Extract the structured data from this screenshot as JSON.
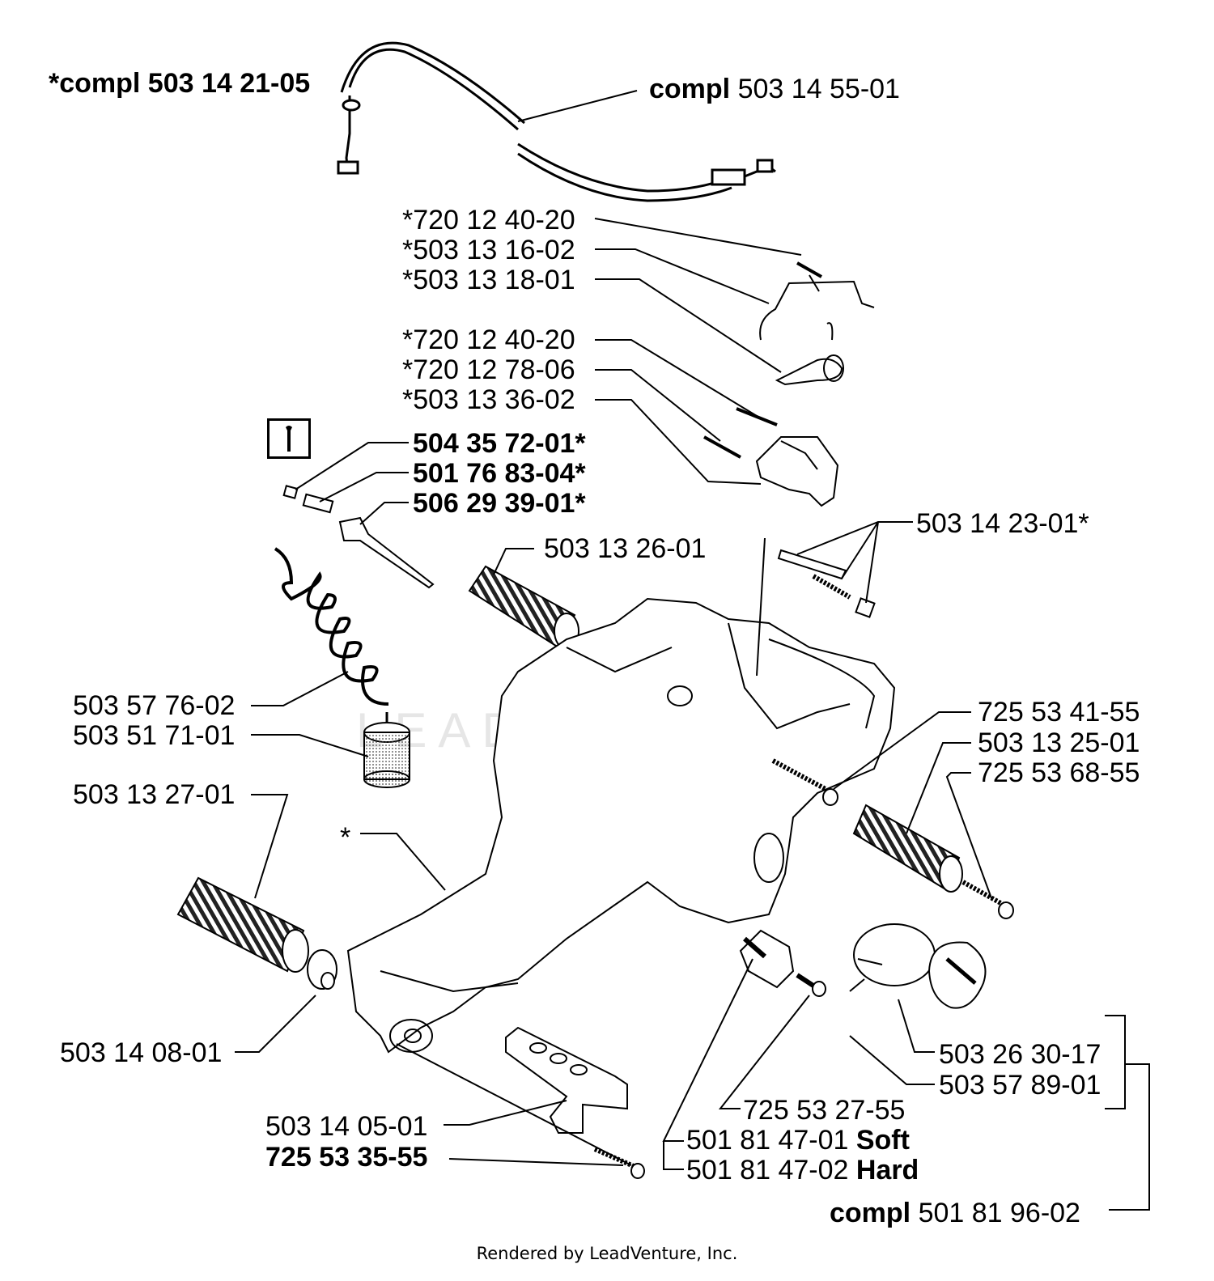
{
  "watermark": "LEADVENTURE",
  "footer": "Rendered by LeadVenture, Inc.",
  "tool_icon": "wrench-icon",
  "labels": {
    "l01": {
      "prefix": "",
      "num": "*compl 503 14 21-05",
      "suffix": ""
    },
    "l02": {
      "prefix": "compl",
      "num": " 503 14 55-01",
      "suffix": ""
    },
    "l03": {
      "prefix": "",
      "num": "*720 12 40-20",
      "suffix": ""
    },
    "l04": {
      "prefix": "",
      "num": "*503 13 16-02",
      "suffix": ""
    },
    "l05": {
      "prefix": "",
      "num": "*503 13 18-01",
      "suffix": ""
    },
    "l06": {
      "prefix": "",
      "num": "*720 12 40-20",
      "suffix": ""
    },
    "l07": {
      "prefix": "",
      "num": "*720 12 78-06",
      "suffix": ""
    },
    "l08": {
      "prefix": "",
      "num": "*503 13 36-02",
      "suffix": ""
    },
    "l09": {
      "prefix": "",
      "num": "504 35 72-01*",
      "suffix": ""
    },
    "l10": {
      "prefix": "",
      "num": "501 76 83-04*",
      "suffix": ""
    },
    "l11": {
      "prefix": "",
      "num": "506 29 39-01*",
      "suffix": ""
    },
    "l12": {
      "prefix": "",
      "num": "503 13 26-01",
      "suffix": ""
    },
    "l13": {
      "prefix": "",
      "num": "503 14 23-01*",
      "suffix": ""
    },
    "l14": {
      "prefix": "",
      "num": "503 57 76-02",
      "suffix": ""
    },
    "l15": {
      "prefix": "",
      "num": "503 51 71-01",
      "suffix": ""
    },
    "l16": {
      "prefix": "",
      "num": "725 53 41-55",
      "suffix": ""
    },
    "l17": {
      "prefix": "",
      "num": "503 13 25-01",
      "suffix": ""
    },
    "l18": {
      "prefix": "",
      "num": "725 53 68-55",
      "suffix": ""
    },
    "l19": {
      "prefix": "",
      "num": "503 13 27-01",
      "suffix": ""
    },
    "l20": {
      "prefix": "",
      "num": "*",
      "suffix": ""
    },
    "l21": {
      "prefix": "",
      "num": "503 14 08-01",
      "suffix": ""
    },
    "l22": {
      "prefix": "",
      "num": "503 26 30-17",
      "suffix": ""
    },
    "l23": {
      "prefix": "",
      "num": "503 57 89-01",
      "suffix": ""
    },
    "l24": {
      "prefix": "",
      "num": "725 53 27-55",
      "suffix": ""
    },
    "l25": {
      "prefix": "",
      "num": "503 14 05-01",
      "suffix": ""
    },
    "l26": {
      "prefix": "",
      "num": "501 81 47-01",
      "suffix": " Soft"
    },
    "l27": {
      "prefix": "",
      "num": "725 53 35-55",
      "suffix": ""
    },
    "l28": {
      "prefix": "",
      "num": "501 81 47-02",
      "suffix": " Hard"
    },
    "l29": {
      "prefix": "compl",
      "num": " 501 81 96-02",
      "suffix": ""
    }
  }
}
